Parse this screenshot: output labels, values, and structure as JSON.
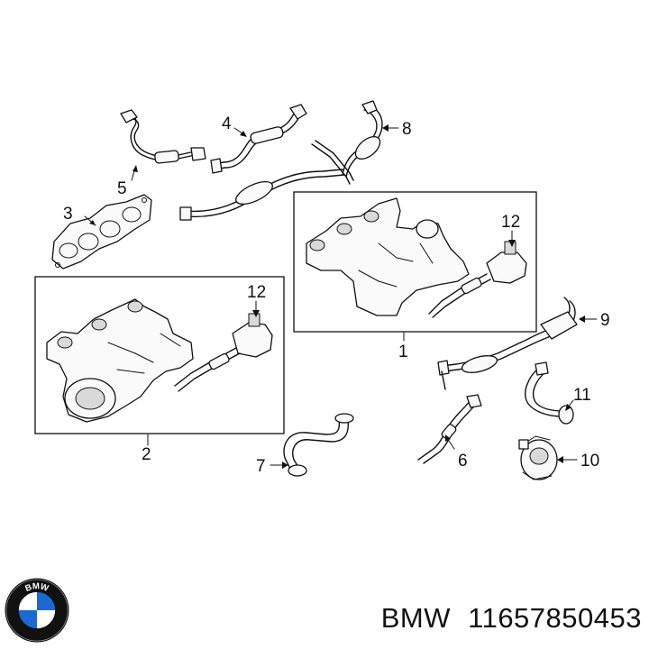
{
  "callouts": [
    {
      "id": "c1",
      "label": "1"
    },
    {
      "id": "c2",
      "label": "2"
    },
    {
      "id": "c3",
      "label": "3"
    },
    {
      "id": "c4",
      "label": "4"
    },
    {
      "id": "c5",
      "label": "5"
    },
    {
      "id": "c6",
      "label": "6"
    },
    {
      "id": "c7",
      "label": "7"
    },
    {
      "id": "c8",
      "label": "8"
    },
    {
      "id": "c9",
      "label": "9"
    },
    {
      "id": "c10",
      "label": "10"
    },
    {
      "id": "c11",
      "label": "11"
    },
    {
      "id": "c12a",
      "label": "12"
    },
    {
      "id": "c12b",
      "label": "12"
    }
  ],
  "footer": {
    "brand": "BMW",
    "part_number": "11657850453",
    "logo_letters": "BMW",
    "logo_icon": "bmw-roundel-icon",
    "logo_colors": {
      "ring": "#111111",
      "blue": "#1c69d4",
      "white": "#ffffff"
    }
  }
}
